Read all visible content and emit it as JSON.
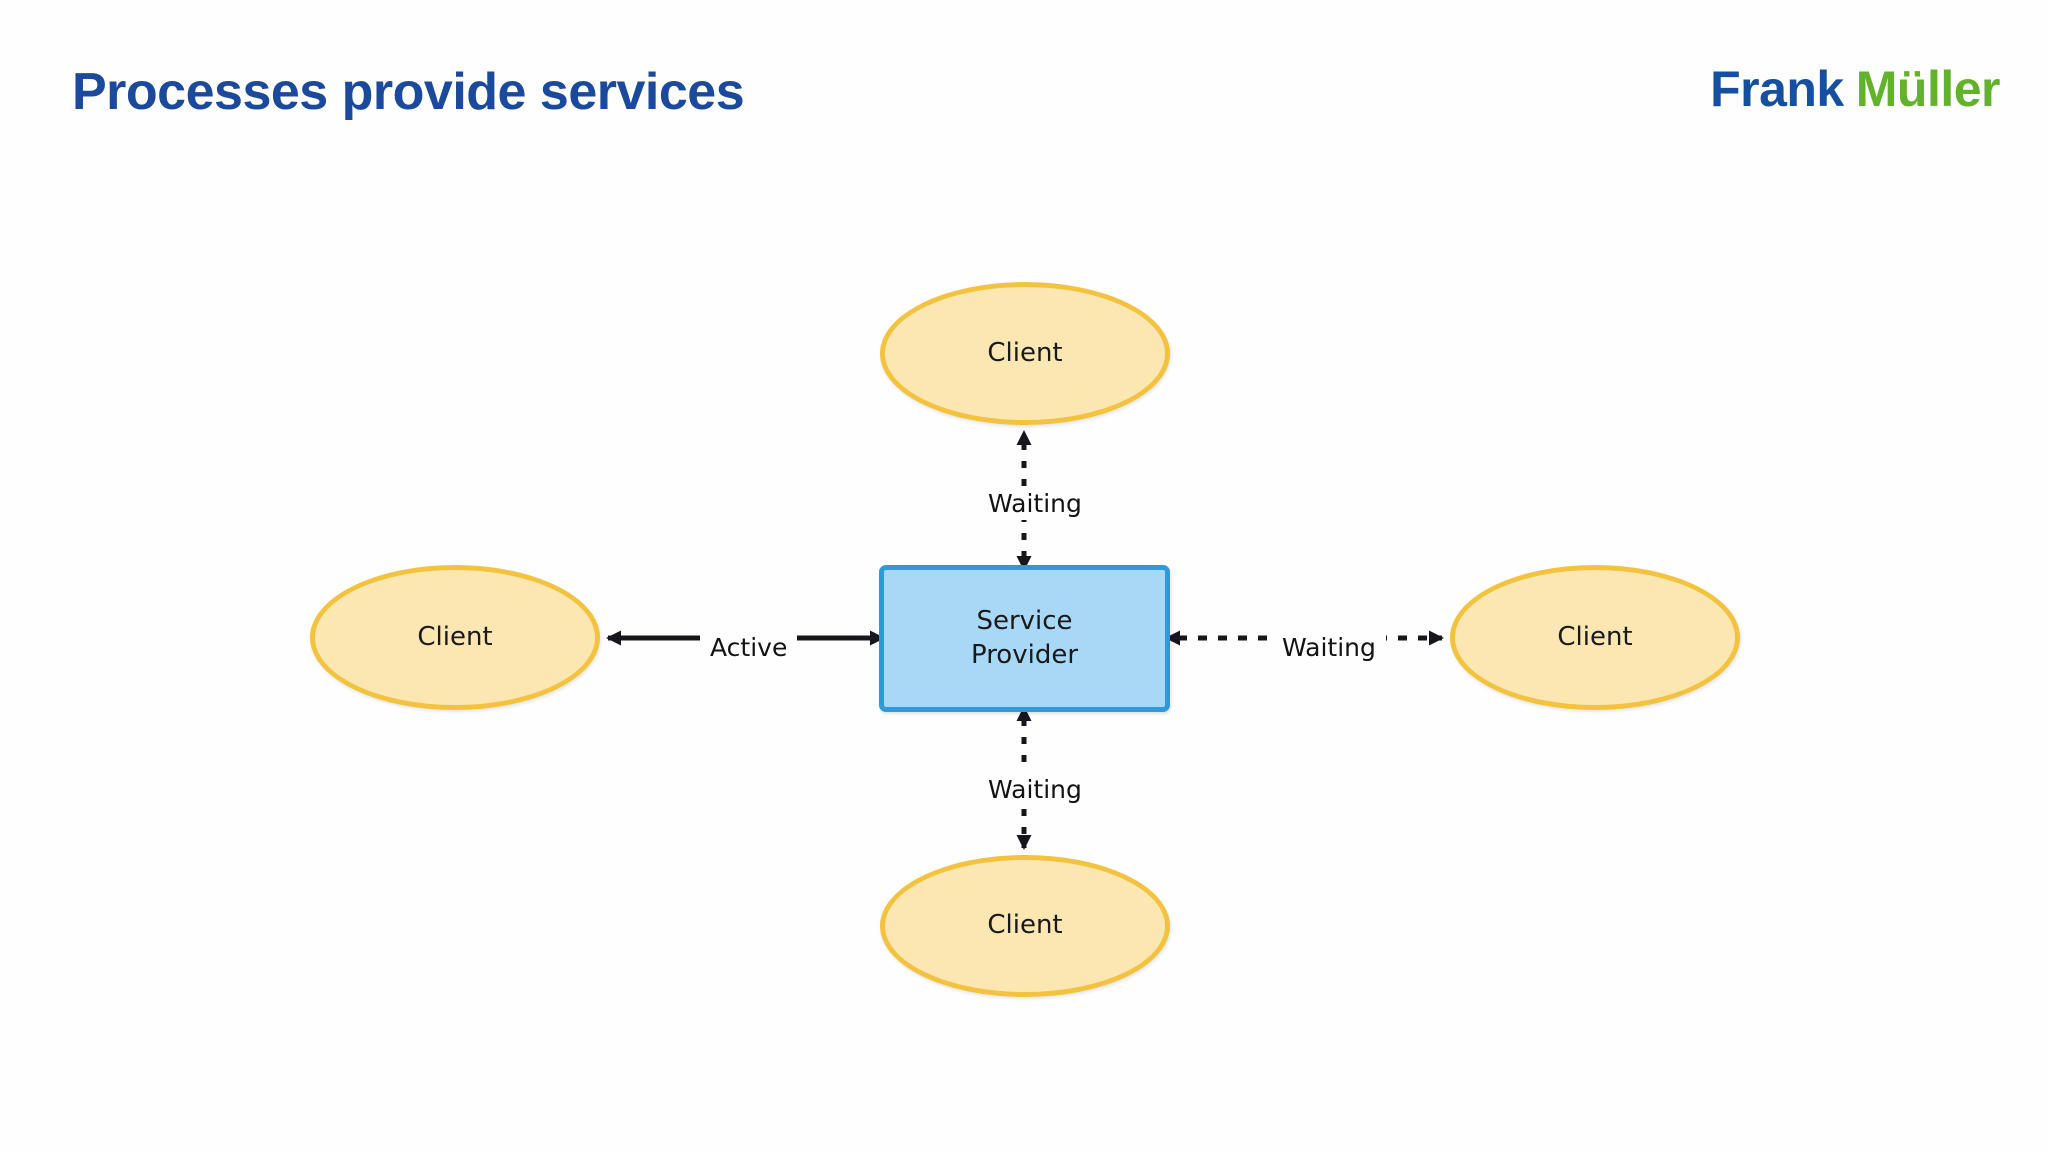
{
  "header": {
    "title": "Processes provide services",
    "brand_first": "Frank",
    "brand_last": "Müller",
    "title_color": "#1b4a9c",
    "brand_first_color": "#15509e",
    "brand_last_color": "#62b22c"
  },
  "diagram": {
    "type": "hub-and-spoke",
    "background": "#fffefe",
    "nodes": [
      {
        "id": "client-top",
        "label": "Client",
        "shape": "ellipse",
        "fill": "#fce7b2",
        "stroke": "#f3c33f"
      },
      {
        "id": "client-left",
        "label": "Client",
        "shape": "ellipse",
        "fill": "#fce7b2",
        "stroke": "#f3c33f"
      },
      {
        "id": "client-right",
        "label": "Client",
        "shape": "ellipse",
        "fill": "#fce7b2",
        "stroke": "#f3c33f"
      },
      {
        "id": "client-bottom",
        "label": "Client",
        "shape": "ellipse",
        "fill": "#fce7b2",
        "stroke": "#f3c33f"
      },
      {
        "id": "provider",
        "label": "Service\nProvider",
        "label_line1": "Service",
        "label_line2": "Provider",
        "shape": "rounded-rect",
        "fill": "#a9d7f6",
        "stroke": "#2e9ad9"
      }
    ],
    "edges": [
      {
        "id": "edge-top",
        "from": "provider",
        "to": "client-top",
        "label": "Waiting",
        "style": "dashed",
        "arrows": "both",
        "orientation": "vertical"
      },
      {
        "id": "edge-left",
        "from": "provider",
        "to": "client-left",
        "label": "Active",
        "style": "solid",
        "arrows": "both",
        "orientation": "horizontal"
      },
      {
        "id": "edge-right",
        "from": "provider",
        "to": "client-right",
        "label": "Waiting",
        "style": "dashed",
        "arrows": "both",
        "orientation": "horizontal"
      },
      {
        "id": "edge-bottom",
        "from": "provider",
        "to": "client-bottom",
        "label": "Waiting",
        "style": "dashed",
        "arrows": "both",
        "orientation": "vertical"
      }
    ],
    "edge_color": "#16161c"
  }
}
